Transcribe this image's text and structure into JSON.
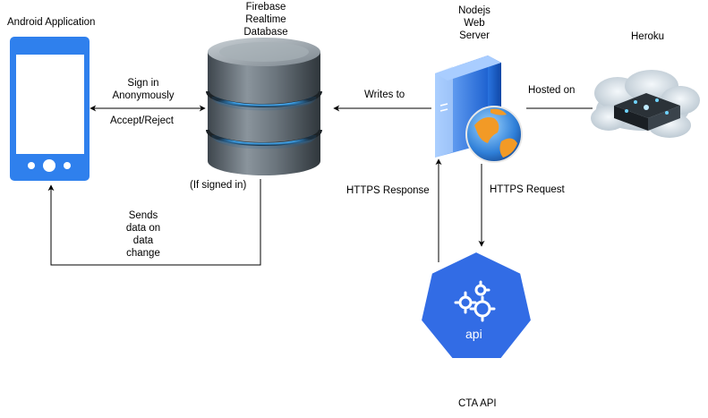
{
  "nodes": {
    "android": {
      "label": "Android Application",
      "icon": "smartphone-icon"
    },
    "firebase": {
      "label_lines": [
        "Firebase",
        "Realtime",
        "Database"
      ],
      "icon": "database-icon"
    },
    "nodejs": {
      "label_lines": [
        "Nodejs",
        "Web",
        "Server"
      ],
      "icon": "web-server-icon"
    },
    "heroku": {
      "label": "Heroku",
      "icon": "cloud-server-icon"
    },
    "cta": {
      "label": "CTA API",
      "icon_text": "api",
      "icon": "api-gears-icon"
    }
  },
  "edges": {
    "sign_in": {
      "label_lines": [
        "Sign in",
        "Anonymously"
      ]
    },
    "accept_reject": {
      "label": "Accept/Reject"
    },
    "if_signed_in": {
      "label": "(If signed in)"
    },
    "sends_data": {
      "label_lines": [
        "Sends",
        "data on",
        "data",
        "change"
      ]
    },
    "writes_to": {
      "label": "Writes to"
    },
    "hosted_on": {
      "label": "Hosted on"
    },
    "https_response": {
      "label": "HTTPS Response"
    },
    "https_request": {
      "label": "HTTPS Request"
    }
  },
  "colors": {
    "phone_blue": "#2F80ED",
    "kube_blue": "#326CE5",
    "server_blue": "#1E6FD9",
    "db_gray": "#5A6670",
    "db_ring": "#3FA9F5",
    "line": "#000000"
  }
}
